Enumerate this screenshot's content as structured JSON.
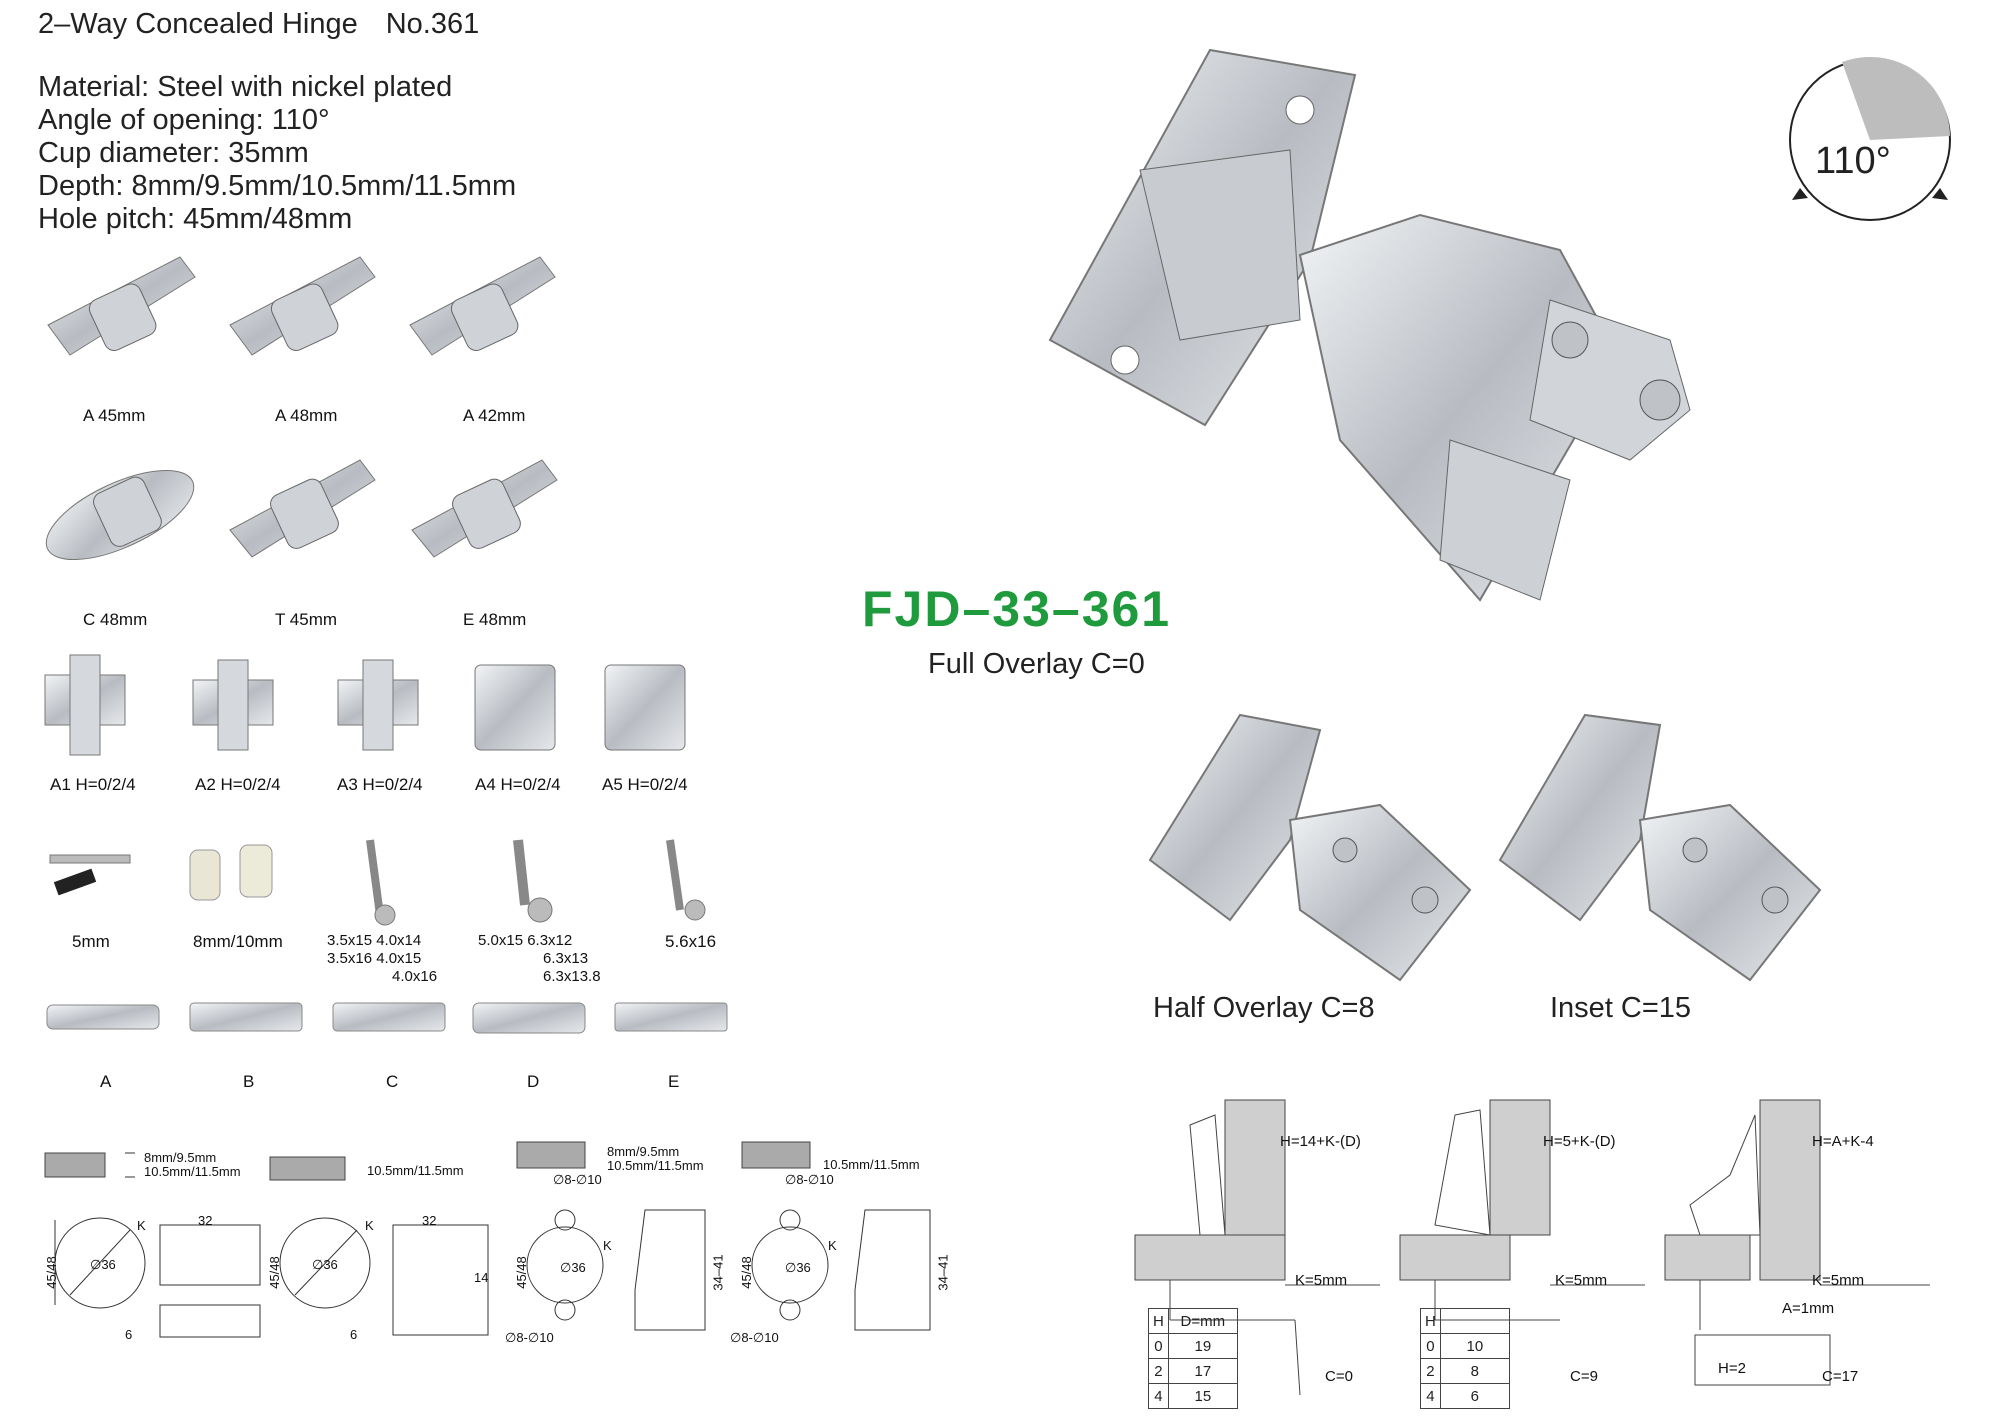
{
  "header": {
    "title": "2–Way Concealed Hinge",
    "number": "No.361"
  },
  "specs": [
    "Material: Steel with nickel plated",
    "Angle of opening: 110°",
    "Cup diameter: 35mm",
    "Depth: 8mm/9.5mm/10.5mm/11.5mm",
    "Hole pitch: 45mm/48mm"
  ],
  "arms_row1": [
    "A  45mm",
    "A  48mm",
    "A  42mm"
  ],
  "arms_row2": [
    "C  48mm",
    "T  45mm",
    "E  48mm"
  ],
  "plates": [
    "A1  H=0/2/4",
    "A2  H=0/2/4",
    "A3  H=0/2/4",
    "A4  H=0/2/4",
    "A5  H=0/2/4"
  ],
  "accessories": {
    "a": "5mm",
    "b": "8mm/10mm",
    "c1": "3.5x15  4.0x14",
    "c2": "3.5x16  4.0x15",
    "c3": "4.0x16",
    "d1": "5.0x15  6.3x12",
    "d2": "6.3x13",
    "d3": "6.3x13.8",
    "e": "5.6x16"
  },
  "covers": [
    "A",
    "B",
    "C",
    "D",
    "E"
  ],
  "angle_label": "110°",
  "model": "FJD–33–361",
  "overlays": {
    "full": "Full Overlay C=0",
    "half": "Half Overlay C=8",
    "inset": "Inset C=15"
  },
  "cup_diagrams": {
    "d1_depth": "8mm/9.5mm",
    "d1_depth2": "10.5mm/11.5mm",
    "d2_depth": "10.5mm/11.5mm",
    "d3_depth": "8mm/9.5mm",
    "d3_depth2": "10.5mm/11.5mm",
    "d3_hole": "∅8-∅10",
    "d4_depth": "10.5mm/11.5mm",
    "d4_hole": "∅8-∅10",
    "pitch": "45/48",
    "cup": "∅36",
    "k": "K",
    "six": "6",
    "thirtytwo": "32",
    "fourteen": "14",
    "depth_range": "34–41",
    "small_hole": "∅8-∅10"
  },
  "install": {
    "full": {
      "formula": "H=14+K-(D)",
      "k": "K=5mm",
      "table_head": [
        "H",
        "D=mm"
      ],
      "rows": [
        [
          "0",
          "19"
        ],
        [
          "2",
          "17"
        ],
        [
          "4",
          "15"
        ]
      ],
      "c": "C=0"
    },
    "half": {
      "formula": "H=5+K-(D)",
      "k": "K=5mm",
      "table_head": [
        "H",
        ""
      ],
      "rows": [
        [
          "0",
          "10"
        ],
        [
          "2",
          "8"
        ],
        [
          "4",
          "6"
        ]
      ],
      "c": "C=9"
    },
    "inset": {
      "formula": "H=A+K-4",
      "k": "K=5mm",
      "a": "A=1mm",
      "h": "H=2",
      "c": "C=17"
    }
  }
}
